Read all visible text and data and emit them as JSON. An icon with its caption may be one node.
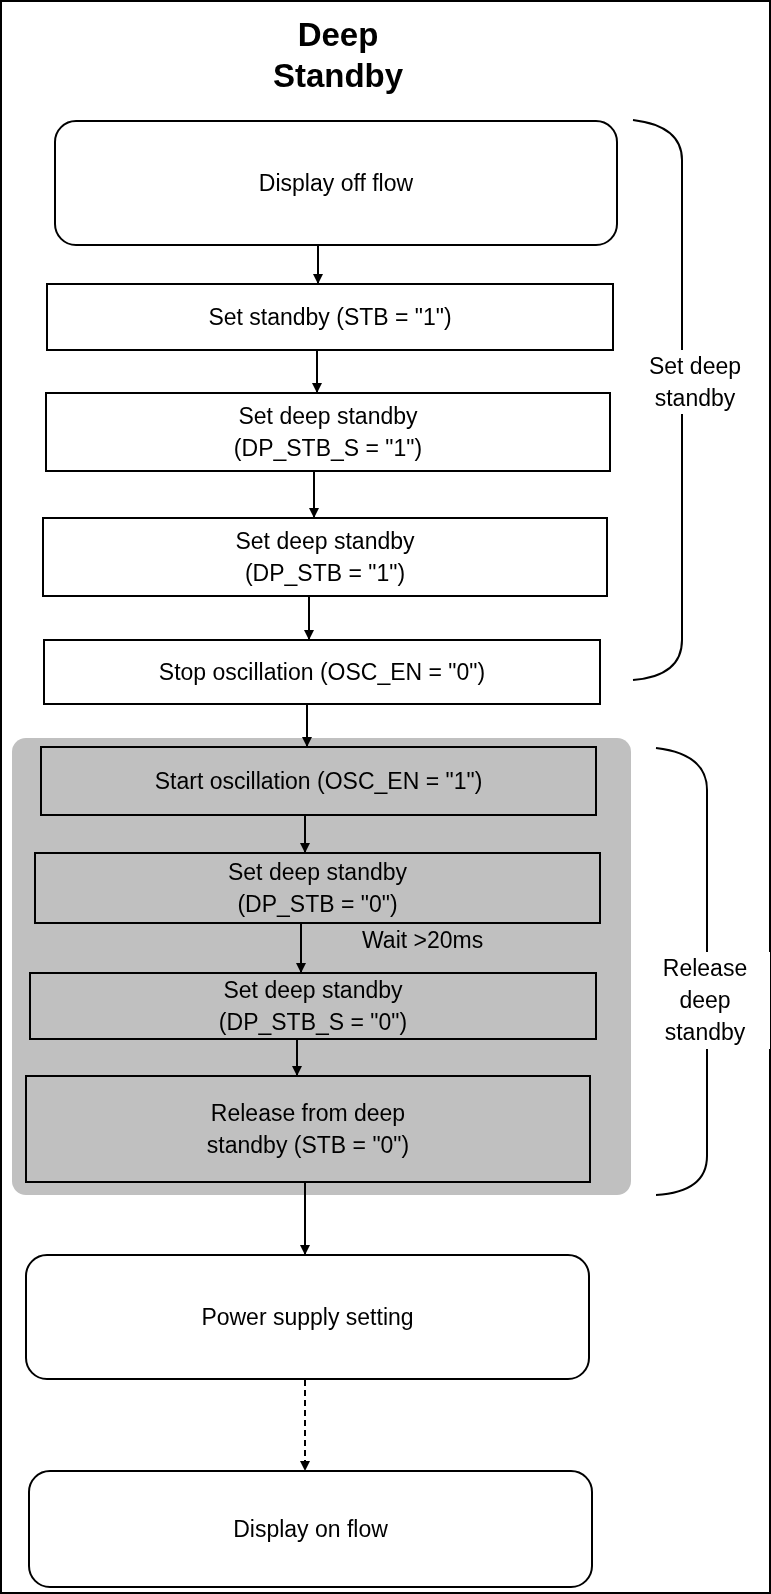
{
  "diagram": {
    "title": "Deep Standby",
    "nodes": [
      {
        "text": [
          "Display off flow"
        ]
      },
      {
        "text": [
          "Set standby (STB = \"1\")"
        ]
      },
      {
        "text": [
          "Set deep standby (DP_STB_S = \"1\")"
        ]
      },
      {
        "text": [
          "Set deep standby (DP_STB = \"1\")"
        ]
      },
      {
        "text": [
          "Stop oscillation (OSC_EN = \"0\")"
        ]
      },
      {
        "text": [],
        "shape": "box"
      },
      {
        "text": [
          "Start oscillation (OSC_EN = \"1\")"
        ],
        "in": 5
      },
      {
        "text": [
          "Set deep standby (DP_STB = \"0\")"
        ],
        "in": 5
      },
      {
        "text": [
          "Set deep standby (DP_STB_S = \"0\")"
        ],
        "in": 5
      },
      {
        "text": [
          "Release from deep standby (STB = \"0\")"
        ],
        "in": 5
      },
      {
        "text": [
          "Power supply setting"
        ]
      },
      {
        "text": [
          "Display on flow"
        ]
      }
    ],
    "edges": [
      {
        "from": 0,
        "to": 1,
        "arrow": "to"
      },
      {
        "from": 1,
        "to": 2,
        "arrow": "to"
      },
      {
        "from": 2,
        "to": 3,
        "arrow": "to"
      },
      {
        "from": 3,
        "to": 4,
        "arrow": "to"
      },
      {
        "from": 4,
        "to": 6,
        "arrow": "to"
      },
      {
        "from": 6,
        "to": 7,
        "arrow": "to"
      },
      {
        "from": 7,
        "to": 8,
        "arrow": "to",
        "label": "Wait >20ms"
      },
      {
        "from": 8,
        "to": 9,
        "arrow": "to"
      },
      {
        "from": 9,
        "to": 10,
        "arrow": "to"
      },
      {
        "from": 10,
        "to": 11,
        "arrow": "to",
        "style": "dashed"
      }
    ],
    "labels": [
      "Set deep standby",
      "Release deep standby"
    ]
  }
}
